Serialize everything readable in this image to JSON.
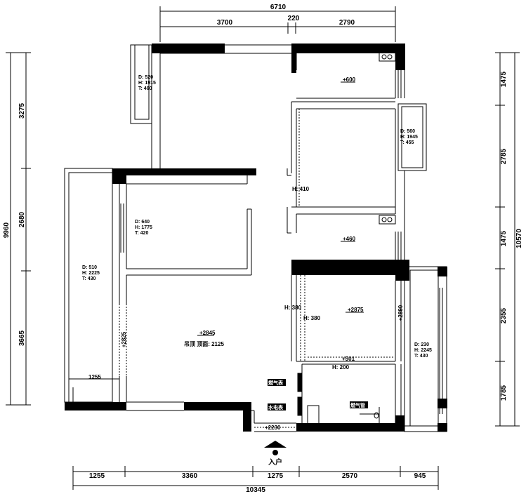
{
  "dimensions": {
    "top_total": "6710",
    "top_a": "3700",
    "top_b": "220",
    "top_c": "2790",
    "left_total": "9960",
    "left_a": "3275",
    "left_b": "2680",
    "left_c": "3665",
    "right_total": "10570",
    "right_a": "1475",
    "right_b": "2785",
    "right_c": "1475",
    "right_d": "2355",
    "right_e": "1785",
    "bottom_total": "10345",
    "bottom_a": "1255",
    "bottom_b": "3360",
    "bottom_c": "1275",
    "bottom_d": "2570",
    "bottom_e": "945",
    "balcony_width": "1255"
  },
  "windows": {
    "w1": [
      "D: 520",
      "H: 1915",
      "T: 460"
    ],
    "w2": [
      "D: 560",
      "H: 1945",
      "T: 455"
    ],
    "w3": [
      "D: 640",
      "H: 1775",
      "T: 420"
    ],
    "w4": [
      "D: 510",
      "H: 2225",
      "T: 430"
    ],
    "w5": [
      "D: 230",
      "H: 2245",
      "T: 430"
    ]
  },
  "rooms": {
    "kitchen_top_level": "+600",
    "bath_level": "+460",
    "living_level": "+2845",
    "living_note": "吊顶 顶面: 2125",
    "br_level": "+2875",
    "h410": "H: 410",
    "h380_a": "H: 380",
    "h380_b": "H: 380",
    "h200": "H: 200",
    "level_501": "+501",
    "wall_a": "+2825",
    "wall_b": "+2890",
    "door_level": "+2230",
    "label_1": "燃气表",
    "label_2": "水电表",
    "label_3": "燃气管"
  },
  "entry": {
    "label": "入户"
  }
}
